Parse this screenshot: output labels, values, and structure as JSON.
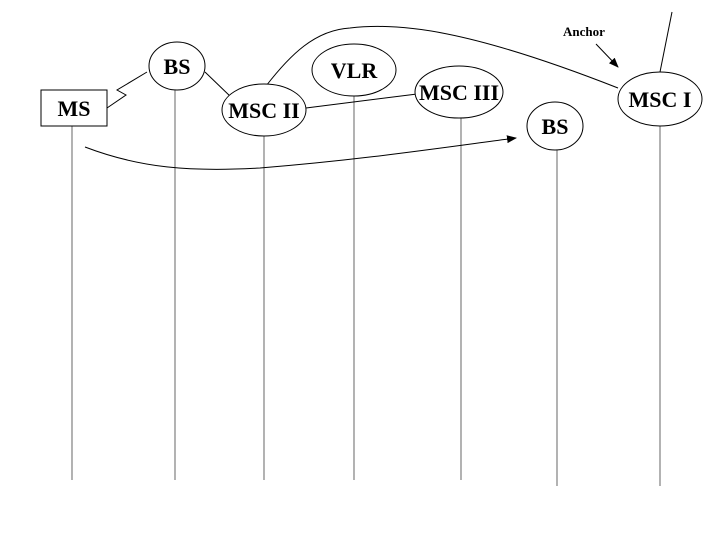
{
  "nodes": {
    "ms": "MS",
    "bs_left": "BS",
    "msc2": "MSC II",
    "vlr": "VLR",
    "msc3": "MSC III",
    "bs_right": "BS",
    "msc1": "MSC I"
  },
  "annotations": {
    "anchor": "Anchor"
  },
  "colors": {
    "line": "#000000",
    "lifeline": "#808080",
    "background": "#ffffff"
  }
}
